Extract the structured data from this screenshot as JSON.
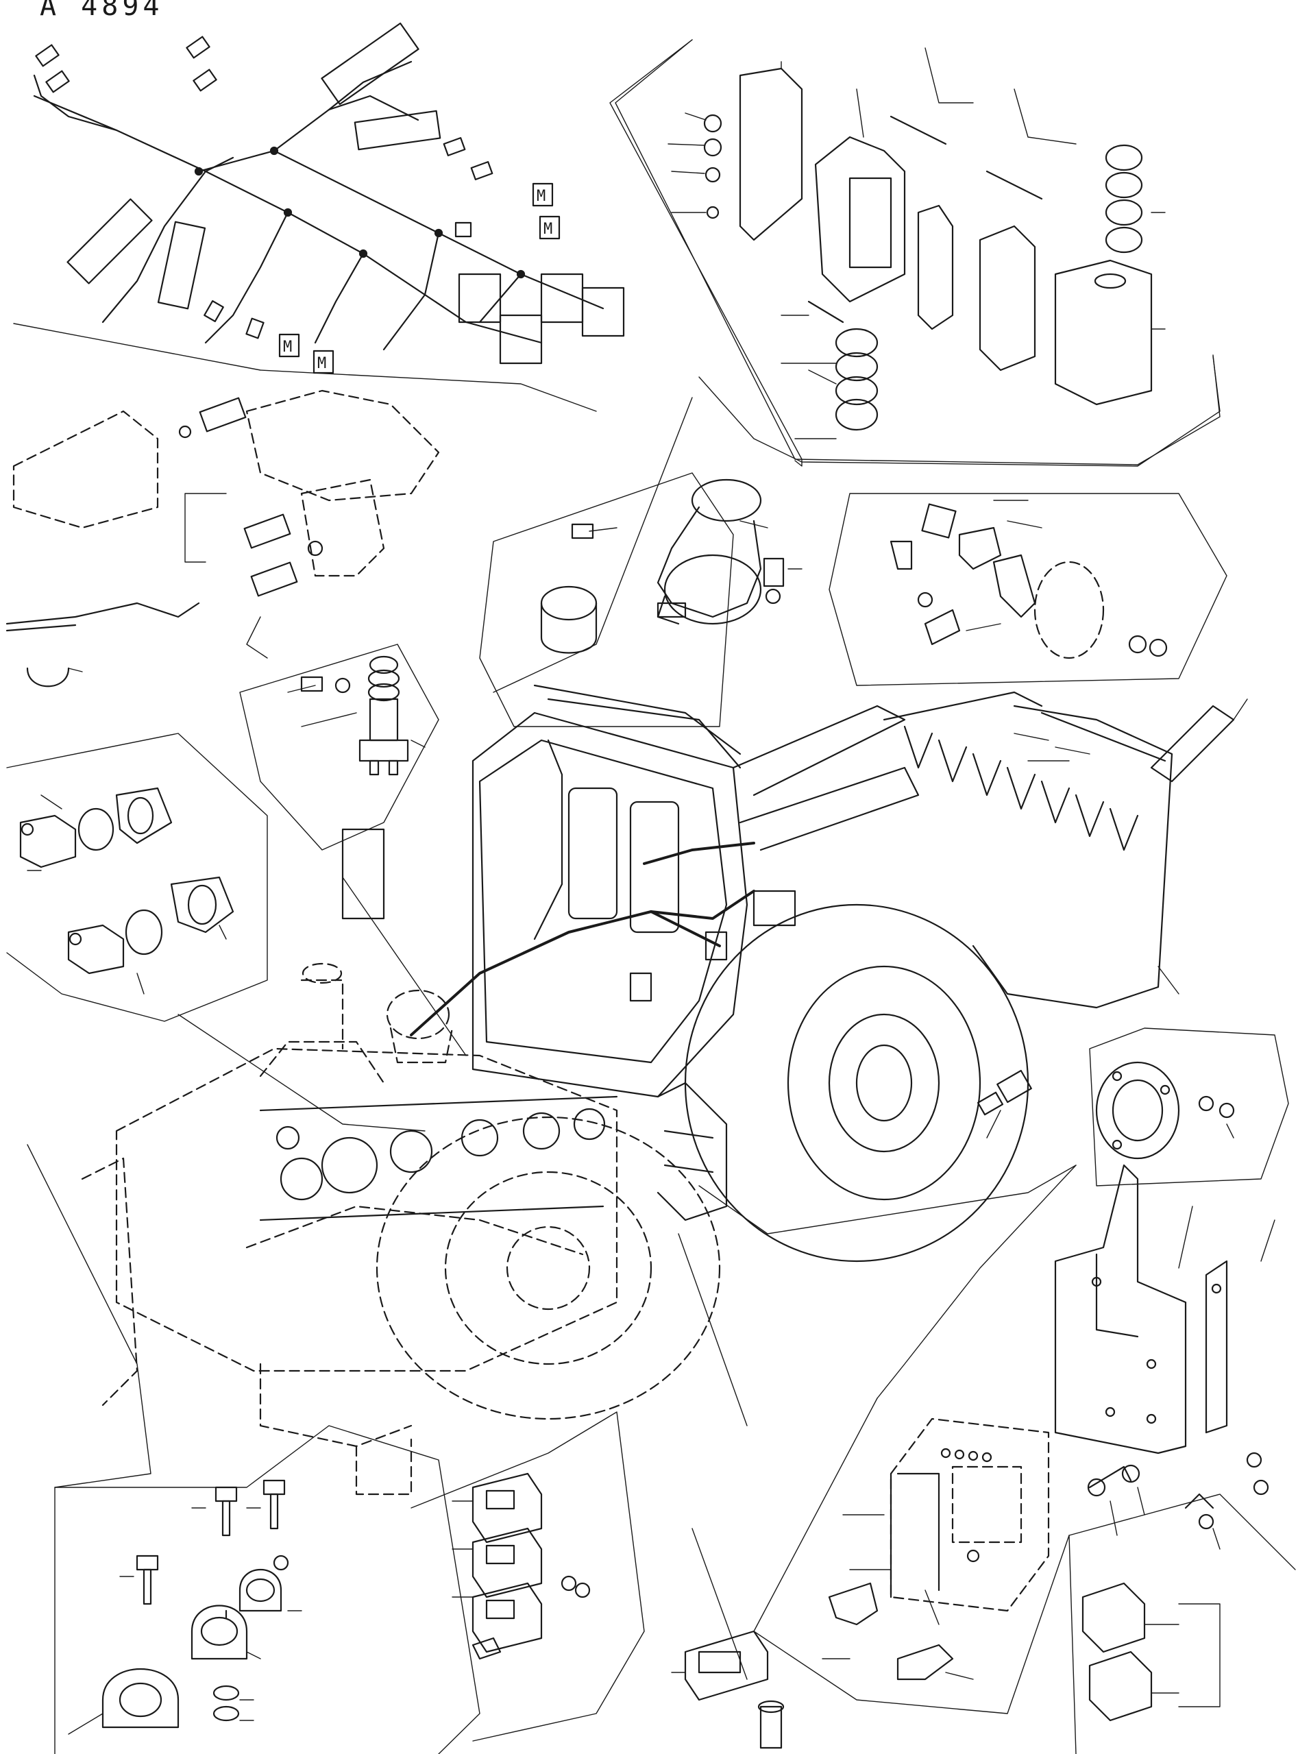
{
  "drawing": {
    "code_label": "A 4894",
    "component_marks": [
      "M",
      "M",
      "M",
      "M"
    ]
  }
}
